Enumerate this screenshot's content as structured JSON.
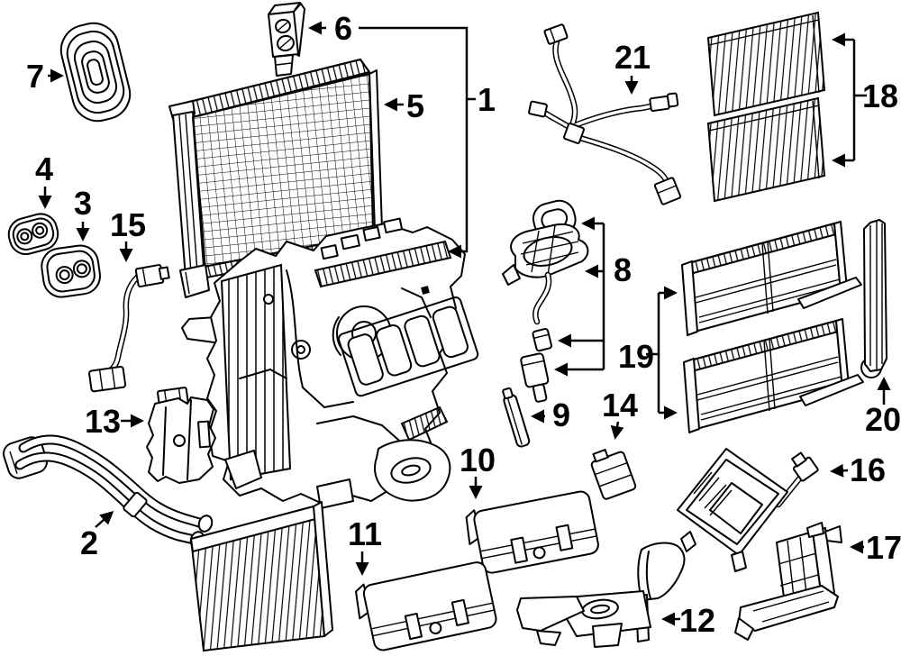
{
  "diagram": {
    "background_color": "#ffffff",
    "line_color": "#000000",
    "callouts": [
      {
        "num": "1"
      },
      {
        "num": "2"
      },
      {
        "num": "3"
      },
      {
        "num": "4"
      },
      {
        "num": "5"
      },
      {
        "num": "6"
      },
      {
        "num": "7"
      },
      {
        "num": "8"
      },
      {
        "num": "9"
      },
      {
        "num": "10"
      },
      {
        "num": "11"
      },
      {
        "num": "12"
      },
      {
        "num": "13"
      },
      {
        "num": "14"
      },
      {
        "num": "15"
      },
      {
        "num": "16"
      },
      {
        "num": "17"
      },
      {
        "num": "18"
      },
      {
        "num": "19"
      },
      {
        "num": "20"
      },
      {
        "num": "21"
      }
    ]
  }
}
